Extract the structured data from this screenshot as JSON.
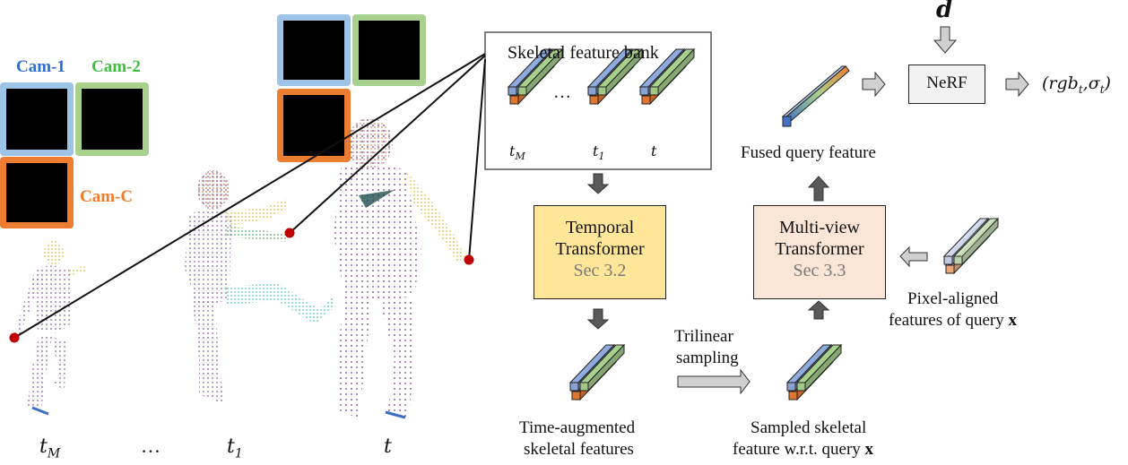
{
  "cameras": {
    "labels": [
      {
        "id": "cam1",
        "text": "Cam-1",
        "color": "#2a6fd6"
      },
      {
        "id": "cam2",
        "text": "Cam-2",
        "color": "#3fbf3f"
      },
      {
        "id": "camc",
        "text": "Cam-C",
        "color": "#ef7a2a"
      }
    ],
    "frame_colors": {
      "cam1": "#9dc3e6",
      "cam2": "#a9d18e",
      "camc": "#ed7d31"
    }
  },
  "timeline": {
    "labels": [
      "t_M",
      "…",
      "t_1",
      "t"
    ],
    "tM": {
      "base": "t",
      "sub": "M"
    },
    "t1": {
      "base": "t",
      "sub": "1"
    },
    "t": {
      "base": "t"
    },
    "dots": "…"
  },
  "feature_bank": {
    "title": "Skeletal  feature bank",
    "dots": "…",
    "tM": {
      "base": "t",
      "sub": "M"
    },
    "t1": {
      "base": "t",
      "sub": "1"
    },
    "t": {
      "base": "t"
    }
  },
  "temporal_transformer": {
    "line1": "Temporal",
    "line2": "Transformer",
    "section": "Sec 3.2",
    "fill": "#ffe699"
  },
  "multiview_transformer": {
    "line1": "Multi-view",
    "line2": "Transformer",
    "section": "Sec 3.3",
    "fill": "#fbe5d6"
  },
  "nerf": {
    "label": "NeRF",
    "input_dir": "d",
    "output": {
      "open": "(",
      "rgb": "rgb",
      "rgb_sub": "t",
      "comma": ",",
      "sigma": "σ",
      "sigma_sub": "t",
      "close": ")"
    },
    "fill": "#f2f2f2"
  },
  "labels": {
    "fused": "Fused query feature",
    "pixel_aligned_1": "Pixel-aligned",
    "pixel_aligned_2": "features of query",
    "query_x": "x",
    "trilinear_1": "Trilinear",
    "trilinear_2": "sampling",
    "time_aug_1": "Time-augmented",
    "time_aug_2": "skeletal features",
    "sampled_1": "Sampled skeletal",
    "sampled_2": "feature w.r.t. query"
  },
  "colors": {
    "feature_blue": "#8faadc",
    "feature_green": "#a9d18e",
    "feature_orange": "#ed7d31",
    "arrow_dark": "#595959",
    "arrow_light": "#d0d0d0",
    "query_point": "#c00000"
  }
}
